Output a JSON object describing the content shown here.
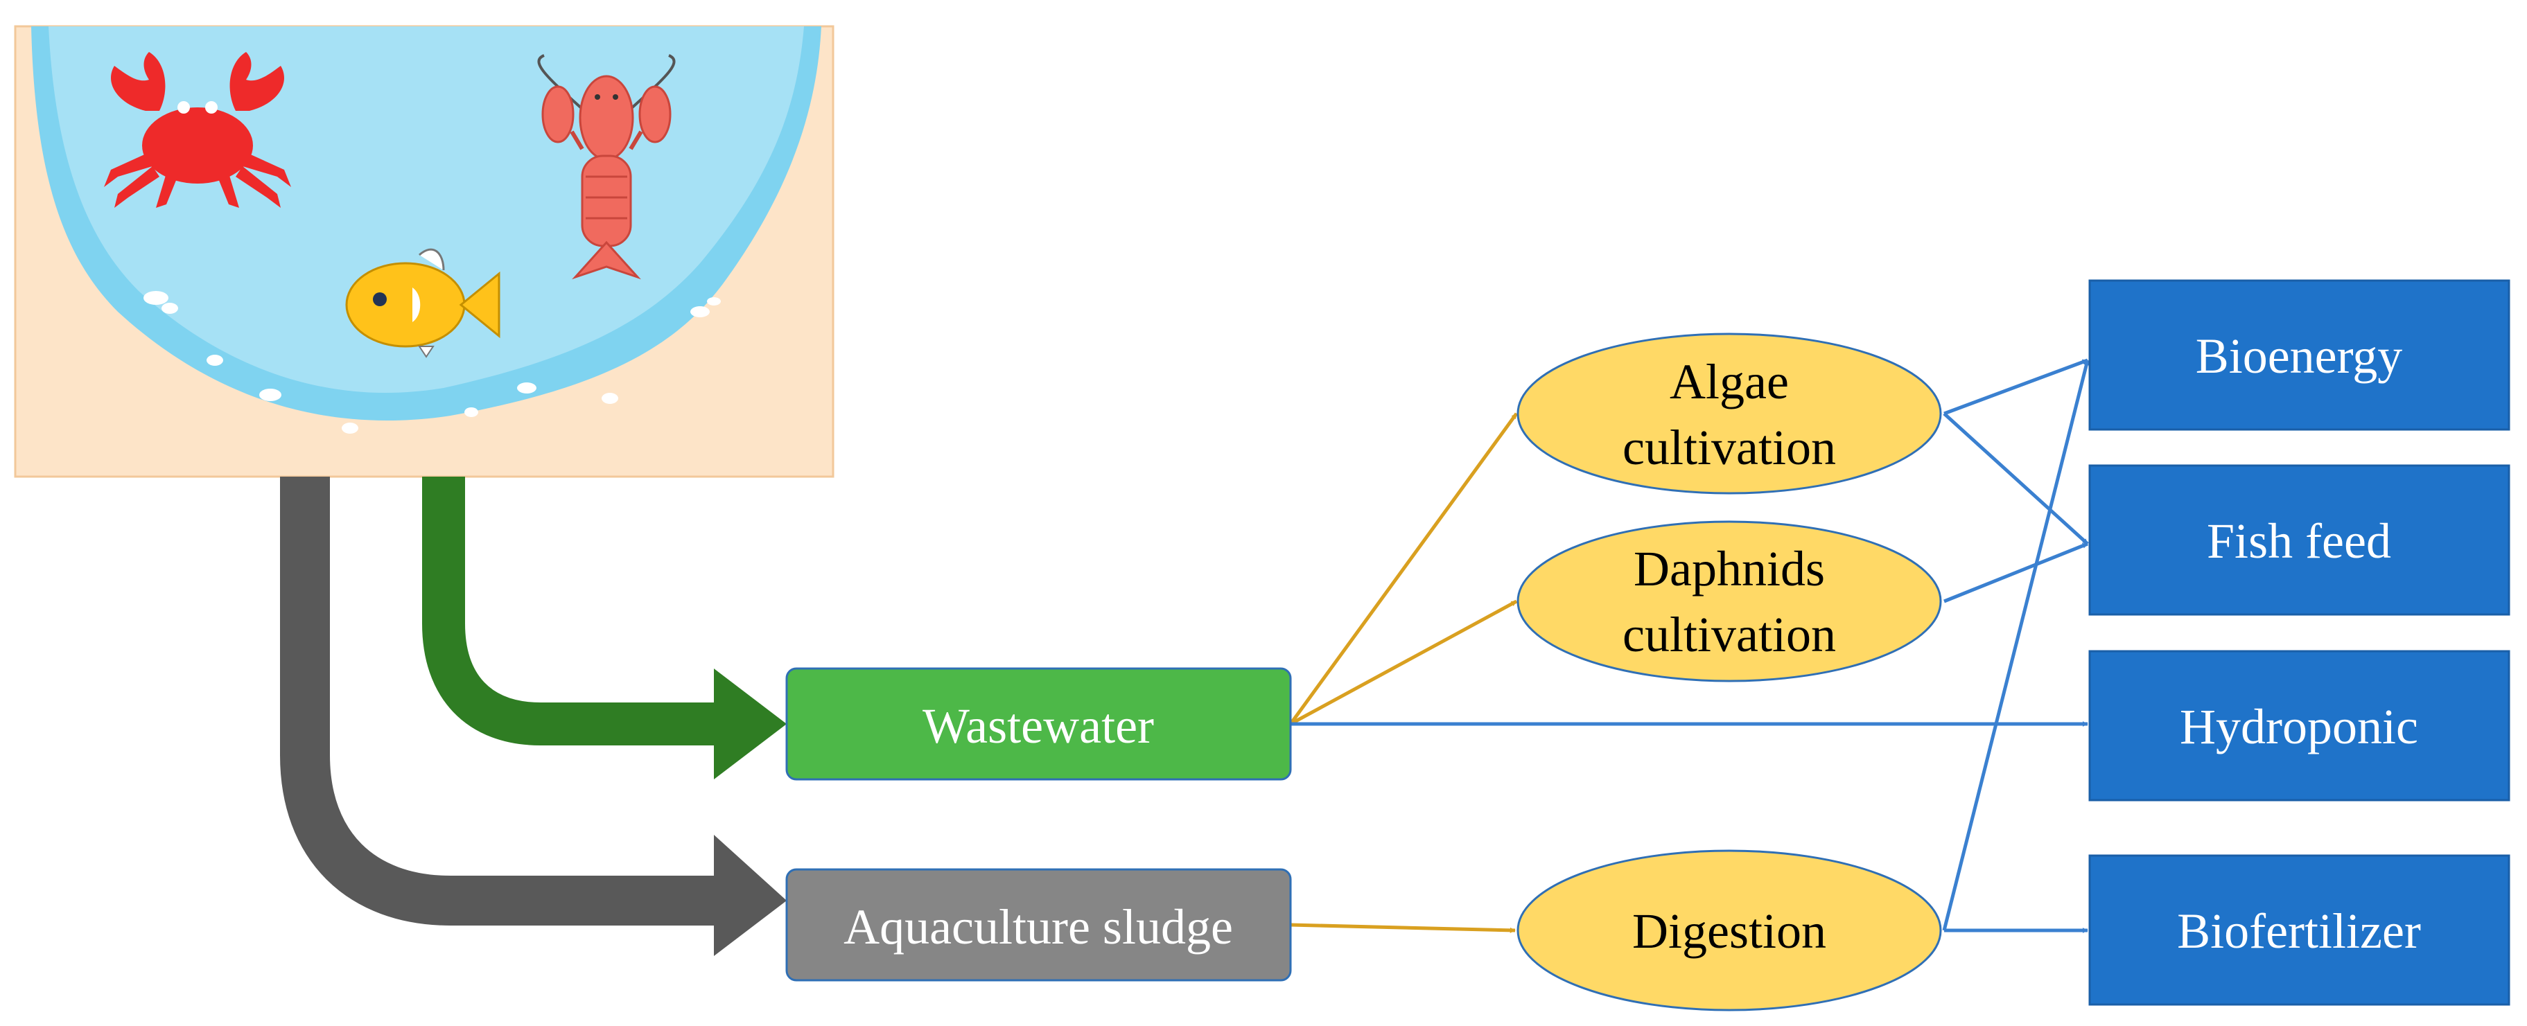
{
  "nodes": {
    "wastewater": "Wastewater",
    "sludge": "Aquaculture sludge",
    "algae": [
      "Algae",
      "cultivation"
    ],
    "daphnids": [
      "Daphnids",
      "cultivation"
    ],
    "digestion": "Digestion",
    "bioenergy": "Bioenergy",
    "fish_feed": "Fish feed",
    "hydroponic": "Hydroponic",
    "biofertilizer": "Biofertilizer"
  },
  "pond_icons": [
    "crab-icon",
    "lobster-icon",
    "fish-icon"
  ],
  "colors": {
    "wastewater_green": "#4db848",
    "sludge_gray": "#868686",
    "process_yellow": "#ffd966",
    "product_blue": "#1f73c9",
    "orange_arrow": "#d9a020",
    "blue_arrow": "#3a80d0",
    "pond_water": "#a6e1f5",
    "pond_sand": "#fde4c8"
  }
}
